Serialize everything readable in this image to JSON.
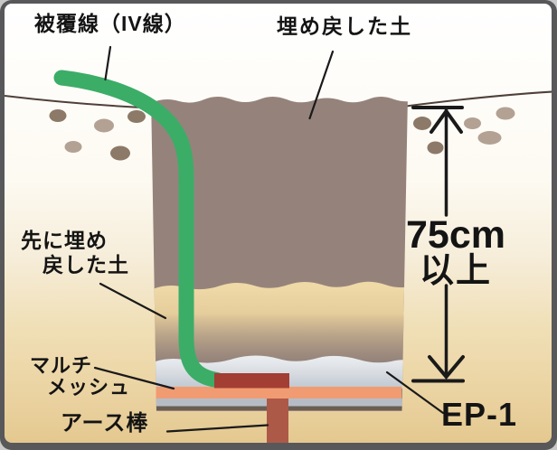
{
  "diagram": {
    "type": "earth-rod-installation-cross-section",
    "labels": {
      "covered_wire": "被覆線（IV線）",
      "backfilled_soil": "埋め戻した土",
      "first_backfilled_soil_line1": "先に埋め",
      "first_backfilled_soil_line2": "戻した土",
      "multi_mesh_line1": "マルチ",
      "multi_mesh_line2": "メッシュ",
      "earth_rod": "アース棒",
      "ep1": "EP-1"
    },
    "dimension": {
      "value": "75cm",
      "qualifier": "以上"
    },
    "colors": {
      "frame": "#58585a",
      "surface_line": "#4f4038",
      "speckle_dark": "#8d7968",
      "speckle_light": "#b3a194",
      "soil_fill": "#95837b",
      "mesh_salmon": "#f19b72",
      "gray_stripe": "#b6bcc5",
      "dark_stripe": "#6a5e54",
      "plate_red": "#a23e33",
      "rod_red": "#ad5948",
      "wire_green": "#3bad67",
      "line_black": "#1a1a1a"
    }
  }
}
